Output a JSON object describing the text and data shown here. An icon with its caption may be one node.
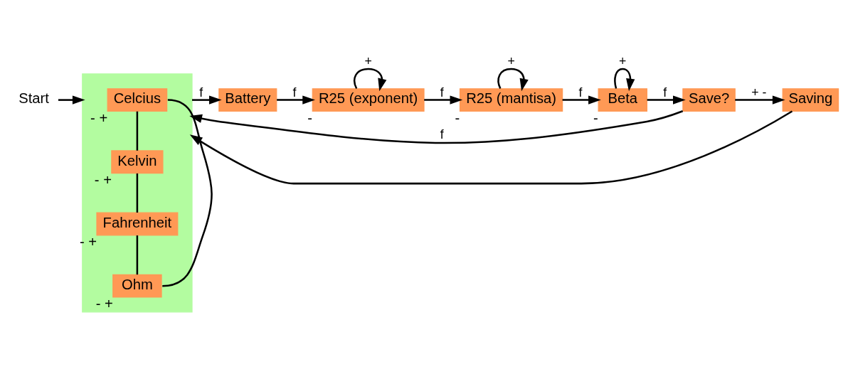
{
  "diagram": {
    "nodes": [
      {
        "text": [],
        "shape": "box"
      },
      {
        "text": [
          "Start"
        ]
      },
      {
        "text": [
          "Celcius"
        ],
        "in": 0,
        "beside": [
          "-",
          "+"
        ]
      },
      {
        "text": [
          "Kelvin"
        ],
        "in": 0,
        "beside": [
          "-",
          "+"
        ]
      },
      {
        "text": [
          "Fahrenheit"
        ],
        "in": 0,
        "beside": [
          "-",
          "+"
        ]
      },
      {
        "text": [
          "Ohm"
        ],
        "in": 0,
        "beside": [
          "-",
          "+"
        ]
      },
      {
        "text": [
          "Battery"
        ]
      },
      {
        "text": [
          "R25 (exponent)"
        ],
        "beside": [
          "-"
        ]
      },
      {
        "text": [
          "R25 (mantisa)"
        ],
        "beside": [
          "-"
        ]
      },
      {
        "text": [
          "Beta"
        ],
        "beside": [
          "-"
        ]
      },
      {
        "text": [
          "Save?"
        ]
      },
      {
        "text": [
          "Saving"
        ]
      }
    ],
    "edges": [
      {
        "from": 1,
        "to": 0,
        "arrow": "to"
      },
      {
        "from": 2,
        "to": 3,
        "arrow": "none"
      },
      {
        "from": 3,
        "to": 4,
        "arrow": "none"
      },
      {
        "from": 4,
        "to": 5,
        "arrow": "none"
      },
      {
        "from": 5,
        "to": 2,
        "arrow": "none"
      },
      {
        "from": 0,
        "to": 6,
        "arrow": "to",
        "label": "f"
      },
      {
        "from": 6,
        "to": 7,
        "arrow": "to",
        "label": "f"
      },
      {
        "from": 7,
        "to": 7,
        "arrow": "to",
        "label": "+"
      },
      {
        "from": 7,
        "to": 8,
        "arrow": "to",
        "label": "f"
      },
      {
        "from": 8,
        "to": 8,
        "arrow": "to",
        "label": "+"
      },
      {
        "from": 8,
        "to": 9,
        "arrow": "to",
        "label": "f"
      },
      {
        "from": 9,
        "to": 9,
        "arrow": "to",
        "label": "+"
      },
      {
        "from": 9,
        "to": 10,
        "arrow": "to",
        "label": "f"
      },
      {
        "from": 10,
        "to": 11,
        "arrow": "to",
        "label": "+ -"
      },
      {
        "from": 10,
        "to": 0,
        "arrow": "to",
        "label": "f"
      },
      {
        "from": 11,
        "to": 0,
        "arrow": "to"
      }
    ]
  }
}
